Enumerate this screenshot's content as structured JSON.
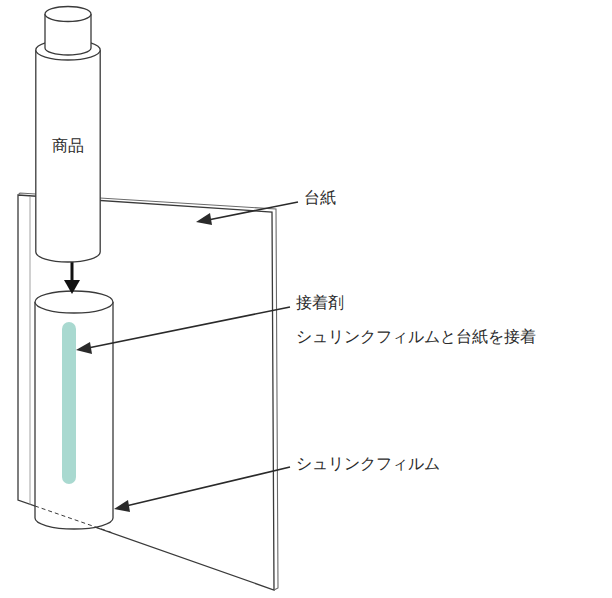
{
  "diagram": {
    "nodes": [
      {
        "text": [
          "商品"
        ]
      }
    ],
    "labels": [
      "台紙",
      "接着剤",
      "シュリンクフィルムと台紙を接着",
      "シュリンクフィルム"
    ]
  }
}
